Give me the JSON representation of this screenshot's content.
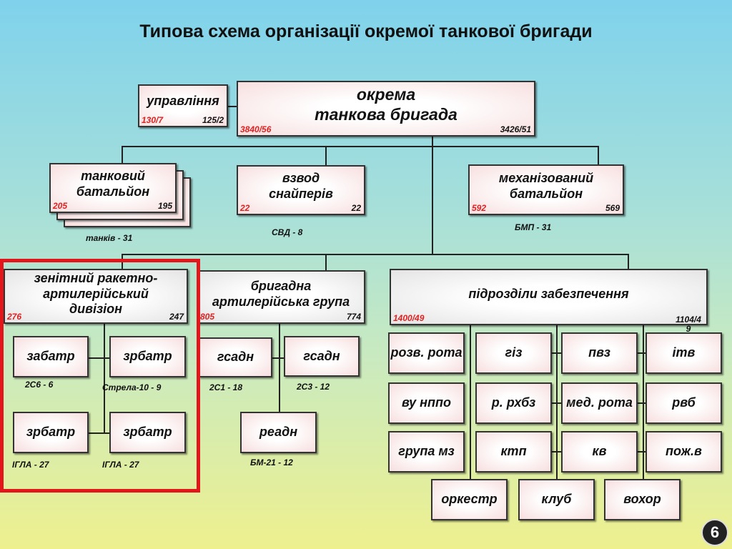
{
  "title": "Типова схема організації окремої танкової бригади",
  "hq": {
    "label": "управління",
    "left": "130/7",
    "right": "125/2"
  },
  "brigade": {
    "label1": "окрема",
    "label2": "танкова бригада",
    "left": "3840/56",
    "right": "3426/51"
  },
  "tank_bn": {
    "label": "танковий батальйон",
    "left": "205",
    "right": "195",
    "caption": "танків -  31"
  },
  "snipers": {
    "label": "взвод снайперів",
    "left": "22",
    "right": "22",
    "caption": "СВД  -  8"
  },
  "mech_bn": {
    "label": "механізований батальйон",
    "left": "592",
    "right": "569",
    "caption": "БМП  -  31"
  },
  "aa_div": {
    "label": "зенітний ракетно-артилерійський дивізіон",
    "left": "276",
    "right": "247",
    "units": [
      {
        "label": "забатр",
        "caption": "2С6  -  6"
      },
      {
        "label": "зрбатр",
        "caption": "Стрела-10  -  9"
      },
      {
        "label": "зрбатр",
        "caption": "ІГЛА  -  27"
      },
      {
        "label": "зрбатр",
        "caption": "ІГЛА  -  27"
      }
    ]
  },
  "art_group": {
    "label": "бригадна артилерійська група",
    "left": "805",
    "right": "774",
    "units": [
      {
        "label": "гсадн",
        "caption": "2С1  -  18"
      },
      {
        "label": "гсадн",
        "caption": "2С3  -  12"
      },
      {
        "label": "реадн",
        "caption": "БМ-21  -  12"
      }
    ]
  },
  "support": {
    "label": "підрозділи забезпечення",
    "left": "1400/49",
    "right": "1104/49",
    "units": [
      "розв. рота",
      "гіз",
      "пвз",
      "ітв",
      "ву нппо",
      "р. рхбз",
      "мед. рота",
      "рвб",
      "група мз",
      "ктп",
      "кв",
      "пож.в",
      "оркестр",
      "клуб",
      "вохор"
    ]
  },
  "page_number": "6"
}
